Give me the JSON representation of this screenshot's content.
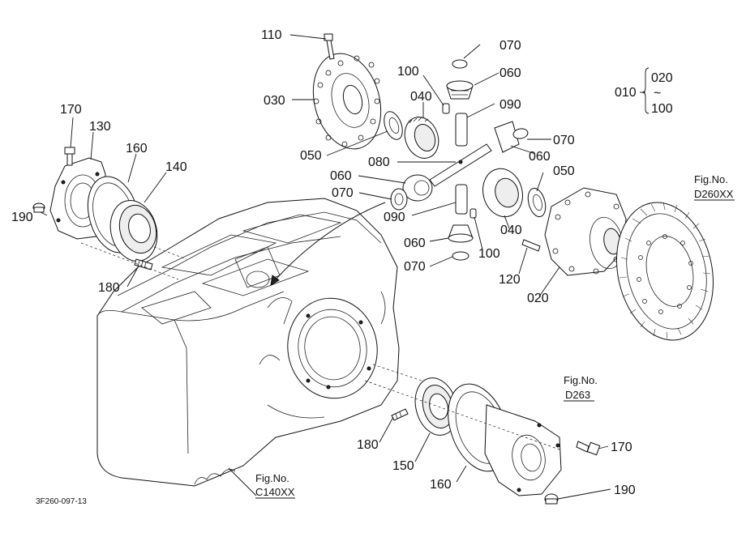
{
  "labels": {
    "p110": "110",
    "p070_top": "070",
    "p100_top": "100",
    "p060_top": "060",
    "p030": "030",
    "p040_top": "040",
    "p090_top": "090",
    "p010": "010",
    "p020_range": "020",
    "p100_range": "100",
    "range_sep": "~",
    "p170_left": "170",
    "p130": "130",
    "p160_left": "160",
    "p140": "140",
    "p190_left": "190",
    "p050_top": "050",
    "p080": "080",
    "p070_right": "070",
    "p060_right": "060",
    "p060_mid": "060",
    "p050_right": "050",
    "p070_mid": "070",
    "p090_mid": "090",
    "p040_mid": "040",
    "p060_low": "060",
    "p100_low": "100",
    "p070_low": "070",
    "p120": "120",
    "p020": "020",
    "p180_left": "180",
    "p180_bottom": "180",
    "p150": "150",
    "p160_bottom": "160",
    "p170_right": "170",
    "p190_right": "190"
  },
  "figrefs": {
    "d260_title": "Fig.No.",
    "d260_code": "D260XX",
    "d263_title": "Fig.No.",
    "d263_code": "D263",
    "c140_title": "Fig.No.",
    "c140_code": "C140XX"
  },
  "drawing_code": "3F260-097-13"
}
